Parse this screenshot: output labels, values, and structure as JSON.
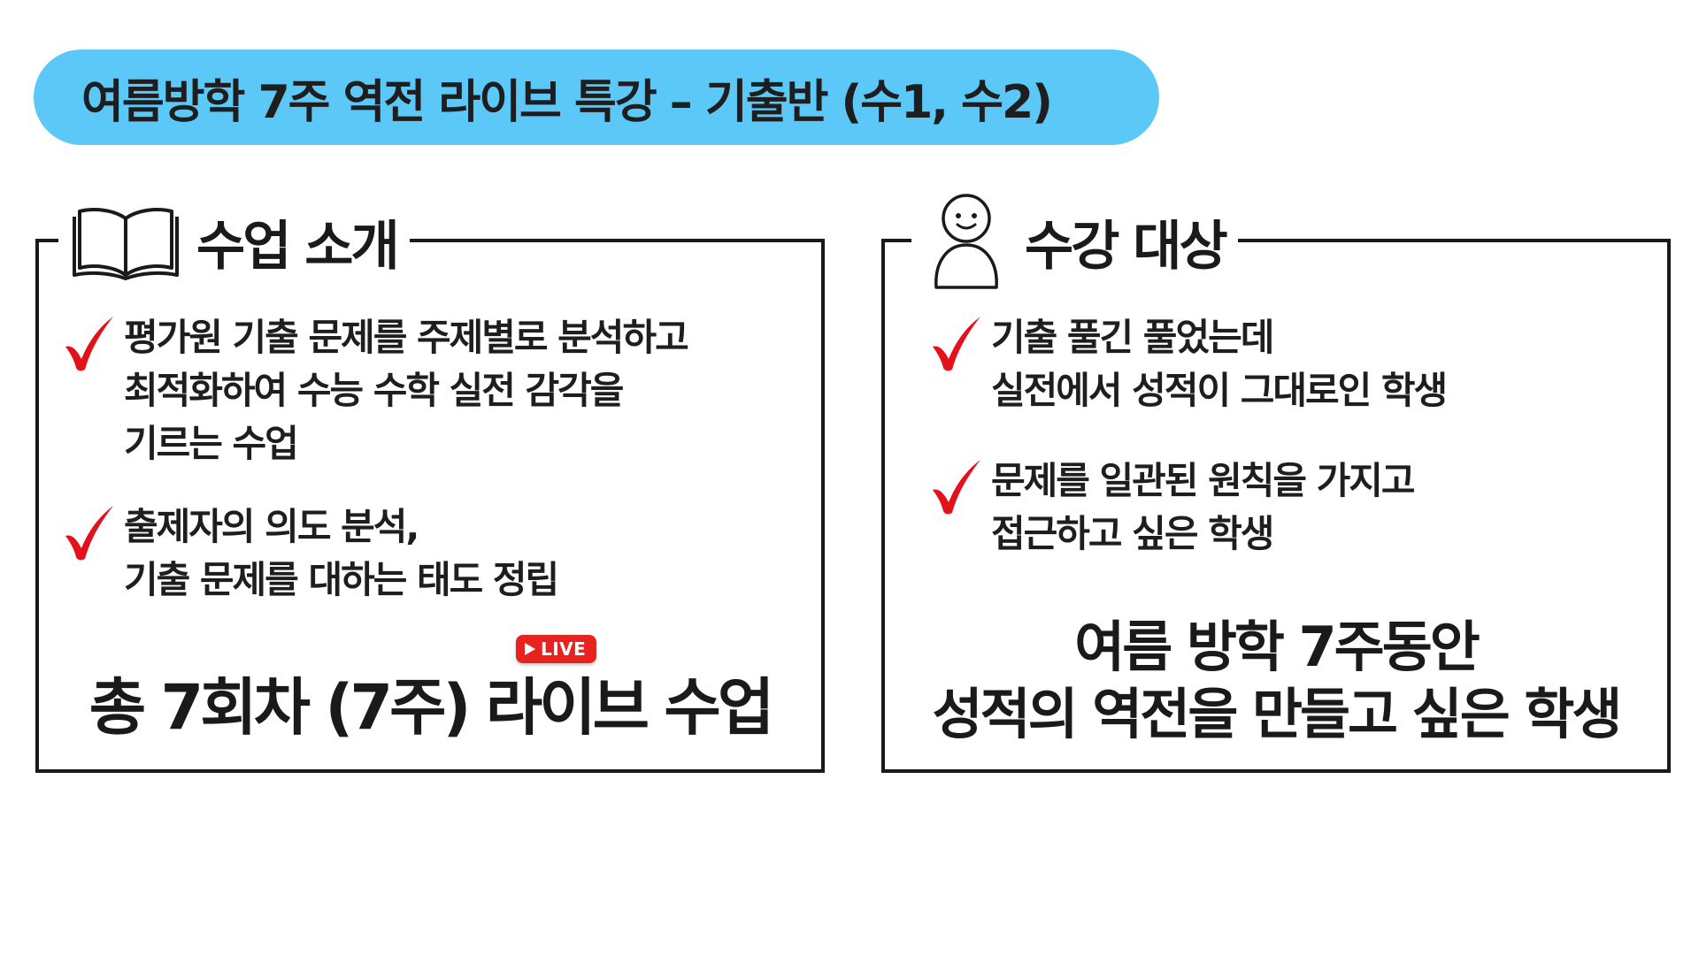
{
  "header": {
    "title": "여름방학 7주 역전 라이브 특강 – 기출반 (수1, 수2)"
  },
  "intro": {
    "heading": "수업 소개",
    "icon": "open-book-icon",
    "bullets": [
      {
        "lines": [
          "평가원 기출 문제를 주제별로 분석하고",
          "최적화하여 수능 수학 실전 감각을",
          "기르는 수업"
        ]
      },
      {
        "lines": [
          "출제자의 의도 분석,",
          "기출 문제를 대하는 태도 정립"
        ]
      }
    ],
    "summary": "총 7회차 (7주) 라이브 수업",
    "badge": "LIVE"
  },
  "target": {
    "heading": "수강 대상",
    "icon": "person-icon",
    "bullets": [
      {
        "lines": [
          "기출 풀긴 풀었는데",
          "실전에서 성적이 그대로인 학생"
        ]
      },
      {
        "lines": [
          "문제를 일관된 원칙을 가지고",
          "접근하고 싶은 학생"
        ]
      }
    ],
    "summary": [
      "여름 방학 7주동안",
      "성적의 역전을 만들고 싶은 학생"
    ]
  },
  "colors": {
    "accent": "#5cc8f7",
    "check": "#e3121a",
    "live": "#e8231f",
    "text": "#1a1a1a"
  }
}
